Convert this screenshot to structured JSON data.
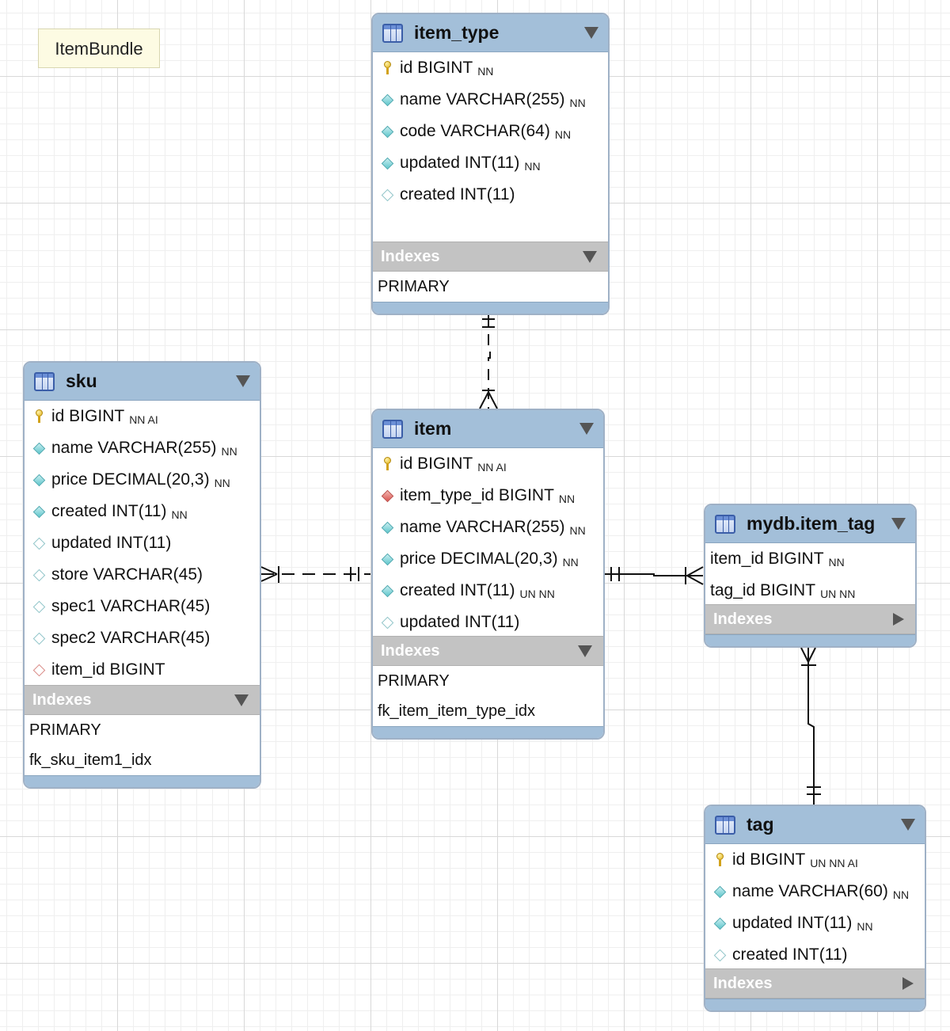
{
  "note": {
    "label": "ItemBundle"
  },
  "tables": {
    "item_type": {
      "name": "item_type",
      "columns": [
        {
          "name": "id BIGINT",
          "flags": "NN",
          "icon": "primary-key"
        },
        {
          "name": "name VARCHAR(255)",
          "flags": "NN",
          "icon": "not-null"
        },
        {
          "name": "code VARCHAR(64)",
          "flags": "NN",
          "icon": "not-null"
        },
        {
          "name": "updated INT(11)",
          "flags": "NN",
          "icon": "not-null"
        },
        {
          "name": "created INT(11)",
          "flags": "",
          "icon": "nullable"
        }
      ],
      "indexes_label": "Indexes",
      "indexes": [
        "PRIMARY"
      ]
    },
    "sku": {
      "name": "sku",
      "columns": [
        {
          "name": "id BIGINT",
          "flags": "NN AI",
          "icon": "primary-key"
        },
        {
          "name": "name VARCHAR(255)",
          "flags": "NN",
          "icon": "not-null"
        },
        {
          "name": "price DECIMAL(20,3)",
          "flags": "NN",
          "icon": "not-null"
        },
        {
          "name": "created INT(11)",
          "flags": "NN",
          "icon": "not-null"
        },
        {
          "name": "updated INT(11)",
          "flags": "",
          "icon": "nullable"
        },
        {
          "name": "store VARCHAR(45)",
          "flags": "",
          "icon": "nullable"
        },
        {
          "name": "spec1 VARCHAR(45)",
          "flags": "",
          "icon": "nullable"
        },
        {
          "name": "spec2 VARCHAR(45)",
          "flags": "",
          "icon": "nullable"
        },
        {
          "name": "item_id BIGINT",
          "flags": "",
          "icon": "foreign-key-nullable"
        }
      ],
      "indexes_label": "Indexes",
      "indexes": [
        "PRIMARY",
        "fk_sku_item1_idx"
      ]
    },
    "item": {
      "name": "item",
      "columns": [
        {
          "name": "id BIGINT",
          "flags": "NN AI",
          "icon": "primary-key"
        },
        {
          "name": "item_type_id BIGINT",
          "flags": "NN",
          "icon": "foreign-key"
        },
        {
          "name": "name VARCHAR(255)",
          "flags": "NN",
          "icon": "not-null"
        },
        {
          "name": "price DECIMAL(20,3)",
          "flags": "NN",
          "icon": "not-null"
        },
        {
          "name": "created INT(11)",
          "flags": "UN NN",
          "icon": "not-null"
        },
        {
          "name": "updated INT(11)",
          "flags": "",
          "icon": "nullable"
        }
      ],
      "indexes_label": "Indexes",
      "indexes": [
        "PRIMARY",
        "fk_item_item_type_idx"
      ]
    },
    "item_tag": {
      "name": "mydb.item_tag",
      "columns": [
        {
          "name": "item_id BIGINT",
          "flags": "NN",
          "icon": "none"
        },
        {
          "name": "tag_id BIGINT",
          "flags": "UN NN",
          "icon": "none"
        }
      ],
      "indexes_label": "Indexes",
      "indexes": []
    },
    "tag": {
      "name": "tag",
      "columns": [
        {
          "name": "id BIGINT",
          "flags": "UN NN AI",
          "icon": "primary-key"
        },
        {
          "name": "name VARCHAR(60)",
          "flags": "NN",
          "icon": "not-null"
        },
        {
          "name": "updated INT(11)",
          "flags": "NN",
          "icon": "not-null"
        },
        {
          "name": "created INT(11)",
          "flags": "",
          "icon": "nullable"
        }
      ],
      "indexes_label": "Indexes",
      "indexes": []
    }
  },
  "relationships": [
    {
      "from": "item_type",
      "to": "item",
      "from_end": "one-mandatory",
      "to_end": "many",
      "style": "dashed"
    },
    {
      "from": "sku",
      "to": "item",
      "from_end": "one-or-many",
      "to_end": "one-mandatory",
      "style": "dashed"
    },
    {
      "from": "item",
      "to": "item_tag",
      "from_end": "one-mandatory",
      "to_end": "one-or-many",
      "style": "solid"
    },
    {
      "from": "item_tag",
      "to": "tag",
      "from_end": "one-or-many",
      "to_end": "one-mandatory",
      "style": "solid"
    }
  ],
  "colors": {
    "header": "#a3bfd9",
    "indexes_bar": "#c3c3c3",
    "note": "#fdfbe3"
  }
}
